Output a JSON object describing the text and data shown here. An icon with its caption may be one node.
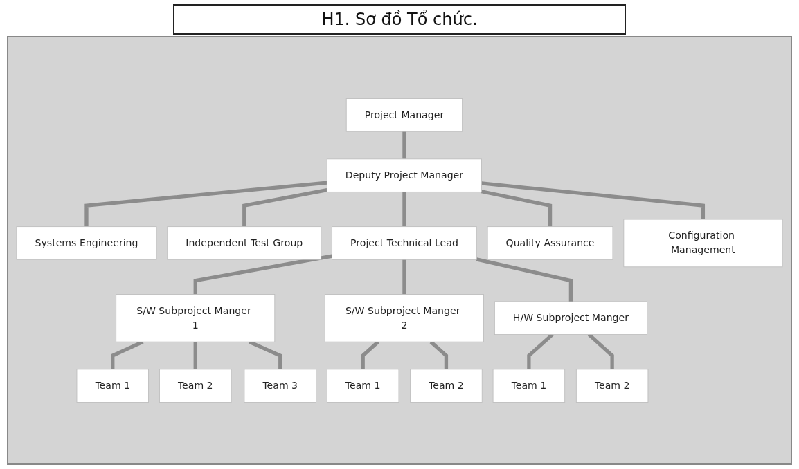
{
  "diagram": {
    "title": "H1.  Sơ đồ Tổ chức.",
    "nodes": [
      {
        "text": [
          "Project Manager"
        ]
      },
      {
        "text": [
          "Deputy Project Manager"
        ]
      },
      {
        "text": [
          "Systems Engineering"
        ]
      },
      {
        "text": [
          "Independent Test Group"
        ]
      },
      {
        "text": [
          "Project Technical Lead"
        ]
      },
      {
        "text": [
          "Quality Assurance"
        ]
      },
      {
        "text": [
          "Configuration Management"
        ]
      },
      {
        "text": [
          "S/W Subproject Manger 1"
        ]
      },
      {
        "text": [
          "S/W Subproject Manger 2"
        ]
      },
      {
        "text": [
          "H/W Subproject Manger"
        ]
      },
      {
        "text": [
          "Team 1"
        ]
      },
      {
        "text": [
          "Team 2"
        ]
      },
      {
        "text": [
          "Team 3"
        ]
      },
      {
        "text": [
          "Team 1"
        ]
      },
      {
        "text": [
          "Team 2"
        ]
      },
      {
        "text": [
          "Team 1"
        ]
      },
      {
        "text": [
          "Team 2"
        ]
      }
    ],
    "edges": [
      {
        "from": 0,
        "to": 1,
        "arrow": "none"
      },
      {
        "from": 1,
        "to": 2,
        "arrow": "none"
      },
      {
        "from": 1,
        "to": 3,
        "arrow": "none"
      },
      {
        "from": 1,
        "to": 4,
        "arrow": "none"
      },
      {
        "from": 1,
        "to": 5,
        "arrow": "none"
      },
      {
        "from": 1,
        "to": 6,
        "arrow": "none"
      },
      {
        "from": 4,
        "to": 7,
        "arrow": "none"
      },
      {
        "from": 4,
        "to": 8,
        "arrow": "none"
      },
      {
        "from": 4,
        "to": 9,
        "arrow": "none"
      },
      {
        "from": 7,
        "to": 10,
        "arrow": "none"
      },
      {
        "from": 7,
        "to": 11,
        "arrow": "none"
      },
      {
        "from": 7,
        "to": 12,
        "arrow": "none"
      },
      {
        "from": 8,
        "to": 13,
        "arrow": "none"
      },
      {
        "from": 8,
        "to": 14,
        "arrow": "none"
      },
      {
        "from": 9,
        "to": 15,
        "arrow": "none"
      },
      {
        "from": 9,
        "to": 16,
        "arrow": "none"
      }
    ]
  }
}
